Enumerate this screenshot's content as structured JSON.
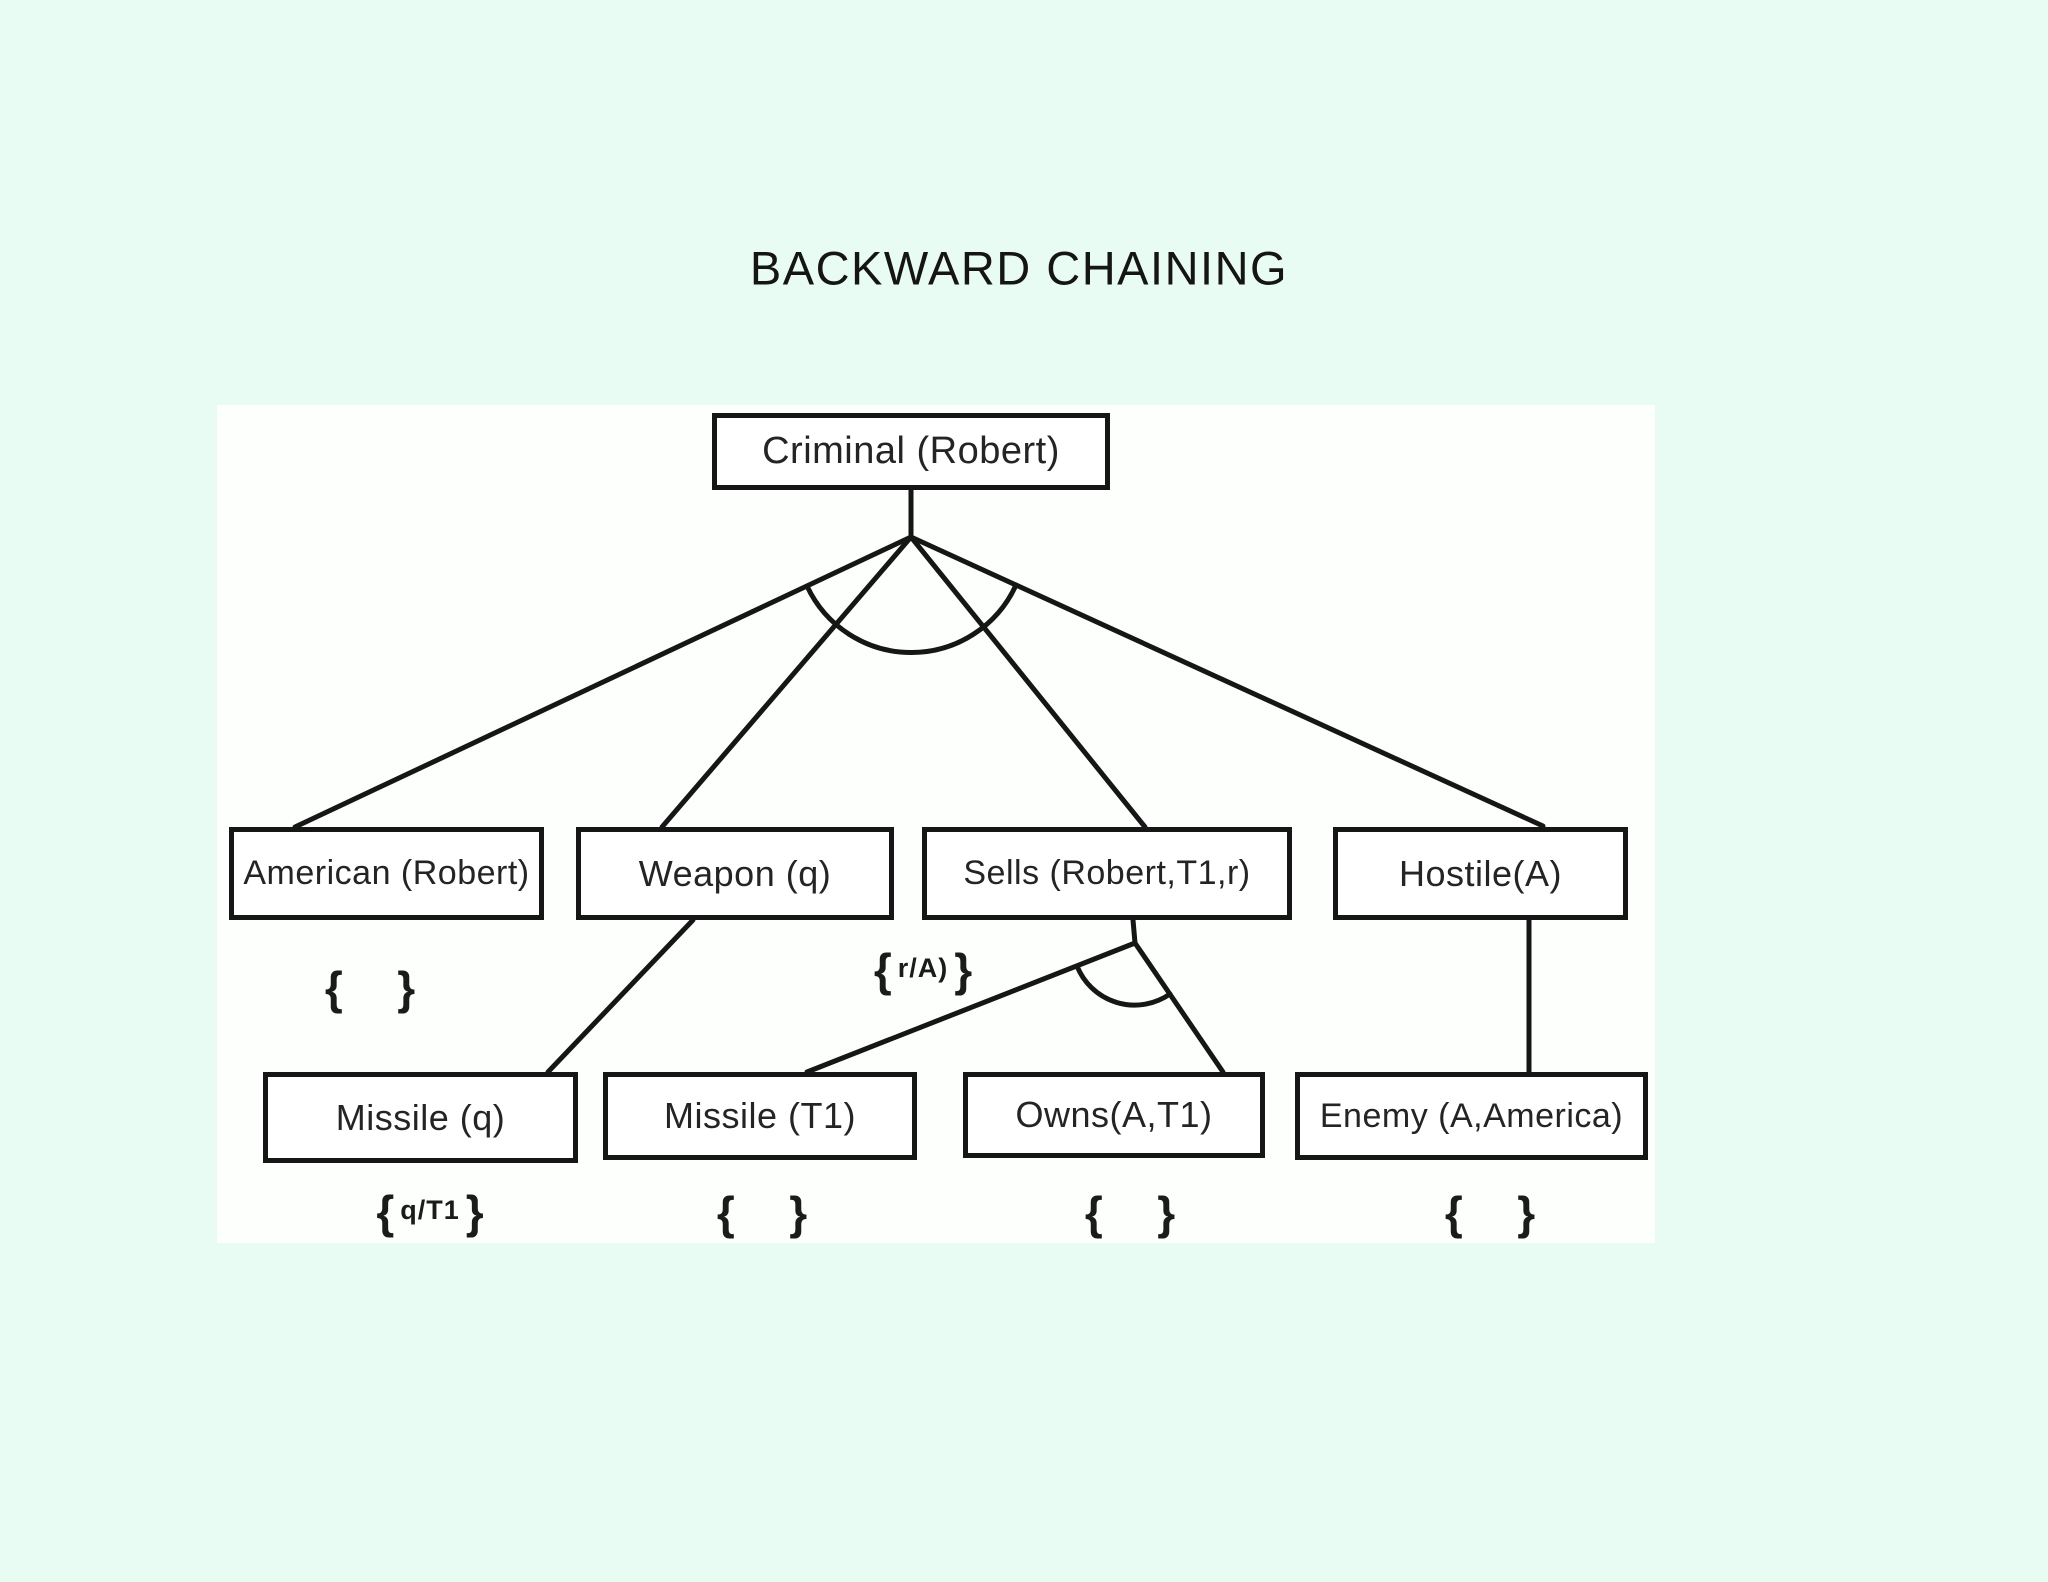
{
  "title": "BACKWARD CHAINING",
  "diagram": {
    "nodes": {
      "criminal": "Criminal (Robert)",
      "american": "American (Robert)",
      "weapon": "Weapon (q)",
      "sells": "Sells (Robert,T1,r)",
      "hostile": "Hostile(A)",
      "missile_q": "Missile (q)",
      "missile_t1": "Missile (T1)",
      "owns": "Owns(A,T1)",
      "enemy": "Enemy (A,America)"
    },
    "substitutions": {
      "american": {
        "open": "{",
        "inner": "     ",
        "close": "}"
      },
      "sells": {
        "open": "{",
        "inner": "r/A)",
        "close": "}"
      },
      "missile_q": {
        "open": "{",
        "inner": "q/T1",
        "close": "}"
      },
      "missile_t1": {
        "open": "{",
        "inner": "     ",
        "close": "}"
      },
      "owns": {
        "open": "{",
        "inner": "     ",
        "close": "}"
      },
      "enemy": {
        "open": "{",
        "inner": "     ",
        "close": "}"
      }
    },
    "edges": [
      {
        "from": "criminal",
        "to": "american"
      },
      {
        "from": "criminal",
        "to": "weapon"
      },
      {
        "from": "criminal",
        "to": "sells"
      },
      {
        "from": "criminal",
        "to": "hostile"
      },
      {
        "from": "weapon",
        "to": "missile_q"
      },
      {
        "from": "sells",
        "to": "missile_t1"
      },
      {
        "from": "sells",
        "to": "owns"
      },
      {
        "from": "hostile",
        "to": "enemy"
      }
    ]
  }
}
